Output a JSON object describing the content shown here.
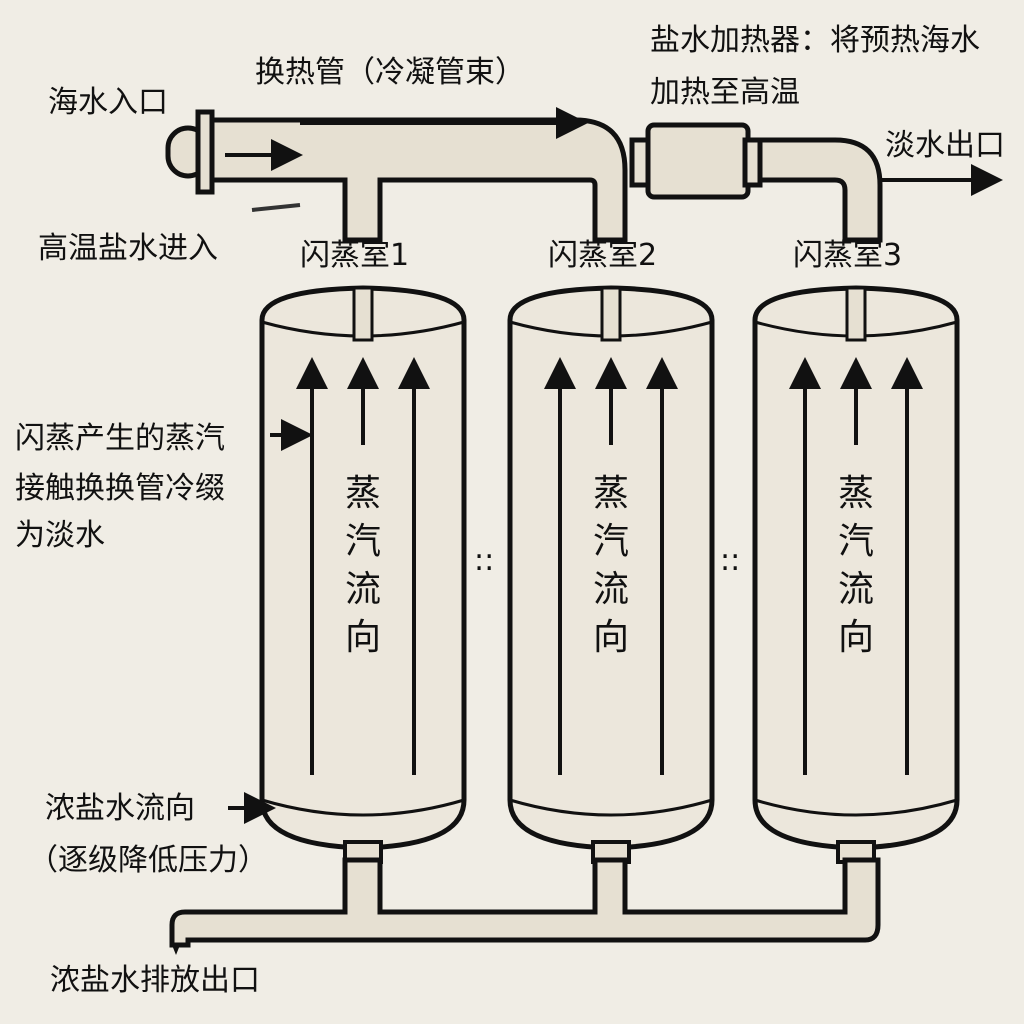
{
  "labels": {
    "seawater_inlet": "海水入口",
    "heat_exchange_tube": "换热管（冷凝管束）",
    "brine_heater_line1": "盐水加热器：将预热海水",
    "brine_heater_line2": "加热至高温",
    "fresh_water_outlet": "淡水出口",
    "hot_brine_inlet": "高温盐水进入",
    "vapor_note_line1": "闪蒸产生的蒸汽",
    "vapor_note_line2": "接触换换管冷缀",
    "vapor_note_line3": "为淡水",
    "brine_flow_line1": "浓盐水流向",
    "brine_flow_line2": "（逐级降低压力）",
    "brine_discharge": "浓盐水排放出口"
  },
  "chambers": [
    {
      "name": "闪蒸室1",
      "flow": [
        "蒸",
        "汽",
        "流",
        "向"
      ]
    },
    {
      "name": "闪蒸室2",
      "flow": [
        "蒸",
        "汽",
        "流",
        "向"
      ]
    },
    {
      "name": "闪蒸室3",
      "flow": [
        "蒸",
        "汽",
        "流",
        "向"
      ]
    }
  ],
  "separator": "::"
}
